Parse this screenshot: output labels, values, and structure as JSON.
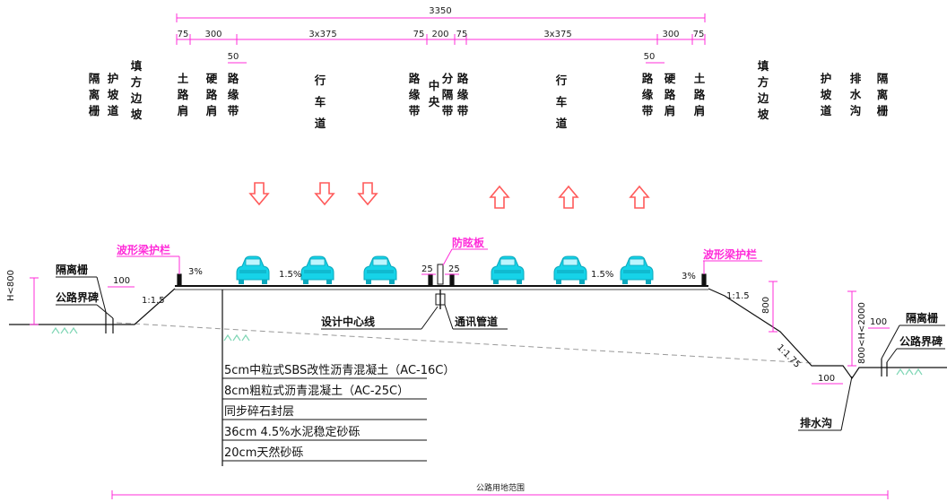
{
  "top_dims": {
    "total": "3350",
    "segments_left": [
      "75",
      "300",
      "3x375",
      "75",
      "200",
      "75"
    ],
    "segments_right": [
      "3x375",
      "300",
      "75"
    ],
    "mark_50": "50"
  },
  "zones": [
    {
      "id": "fence-l",
      "text": "隔离栅"
    },
    {
      "id": "protect-l",
      "text": "护坡道"
    },
    {
      "id": "fill-l",
      "text": "填方边坡"
    },
    {
      "id": "earth-shoulder-l",
      "text": "土路肩"
    },
    {
      "id": "hard-shoulder-l",
      "text": "硬路肩"
    },
    {
      "id": "edge-l",
      "text": "路缘带"
    },
    {
      "id": "lane-l",
      "text": "行车道"
    },
    {
      "id": "edge-ml",
      "text": "路缘带"
    },
    {
      "id": "median-a",
      "text": "中央"
    },
    {
      "id": "median-b",
      "text": "分隔带"
    },
    {
      "id": "edge-mr",
      "text": "路缘带"
    },
    {
      "id": "lane-r",
      "text": "行车道"
    },
    {
      "id": "edge-r",
      "text": "路缘带"
    },
    {
      "id": "hard-shoulder-r",
      "text": "硬路肩"
    },
    {
      "id": "earth-shoulder-r",
      "text": "土路肩"
    },
    {
      "id": "fill-r",
      "text": "填方边坡"
    },
    {
      "id": "protect-r",
      "text": "护坡道"
    },
    {
      "id": "ditch-r",
      "text": "排水沟"
    },
    {
      "id": "fence-r",
      "text": "隔离栅"
    }
  ],
  "annotations": {
    "guardrail_l": "波形梁护栏",
    "guardrail_r": "波形梁护栏",
    "antiglare": "防眩板",
    "fence_l": "隔离栅",
    "boundary_l": "公路界碑",
    "fence_r": "隔离栅",
    "boundary_r": "公路界碑",
    "centerline": "设计中心线",
    "conduit": "通讯管道",
    "ditch": "排水沟",
    "range": "公路用地范围",
    "h_left": "H<800",
    "h_right": "800<H<2000",
    "slope_l": "1:1.5",
    "slope_r1": "1:1.5",
    "slope_r2": "1:1.75",
    "cross_l": "3%",
    "cross_r": "3%",
    "grade_l": "1.5%",
    "grade_r": "1.5%",
    "d100_l": "100",
    "d100_r": "100",
    "d100_ditch": "100",
    "d800": "800",
    "d25_a": "25",
    "d25_b": "25"
  },
  "layers": [
    "5cm中粒式SBS改性沥青混凝土（AC-16C）",
    "8cm粗粒式沥青混凝土（AC-25C）",
    "同步碎石封层",
    "36cm 4.5%水泥稳定砂砾",
    "20cm天然砂砾"
  ],
  "colors": {
    "accent": "#ff2cd9",
    "arrow": "#ff5a5a",
    "car": "#16d3e8",
    "line": "#111111"
  }
}
